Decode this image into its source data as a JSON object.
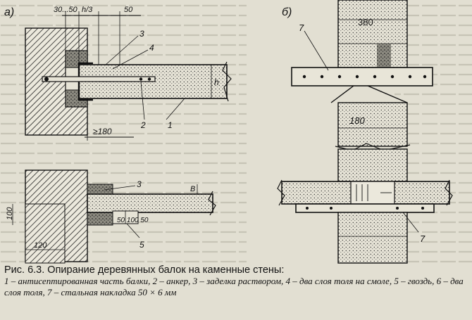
{
  "panels": {
    "a": {
      "label": "а)"
    },
    "b": {
      "label": "б)"
    }
  },
  "dimensions": {
    "a_top_gap": "30...50",
    "a_top_third": "h/3",
    "a_top_50": "50",
    "a_height": "h",
    "a_embed": "≥180",
    "a2_height_b": "B",
    "a2_seq": "50 100 50",
    "a2_100": "100",
    "a2_120": "120",
    "b_380": "380",
    "b_180": "180"
  },
  "callouts": {
    "c1": "1",
    "c2": "2",
    "c3": "3",
    "c4": "4",
    "c5": "5",
    "c3b": "3",
    "b7a": "7",
    "b7b": "7"
  },
  "caption": {
    "title": "Рис. 6.3. Опирание деревянных балок на каменные стены:",
    "body": "1 – антисептированная часть балки, 2 – анкер, 3 – заделка раствором, 4 – два слоя толя на смоле, 5 – гвоздь, 6 – два слоя толя, 7 – стальная накладка 50 × 6 мм"
  },
  "colors": {
    "paper": "#e2dfd2",
    "ink": "#111111",
    "bg_text_ink": "#b9b6a8"
  }
}
